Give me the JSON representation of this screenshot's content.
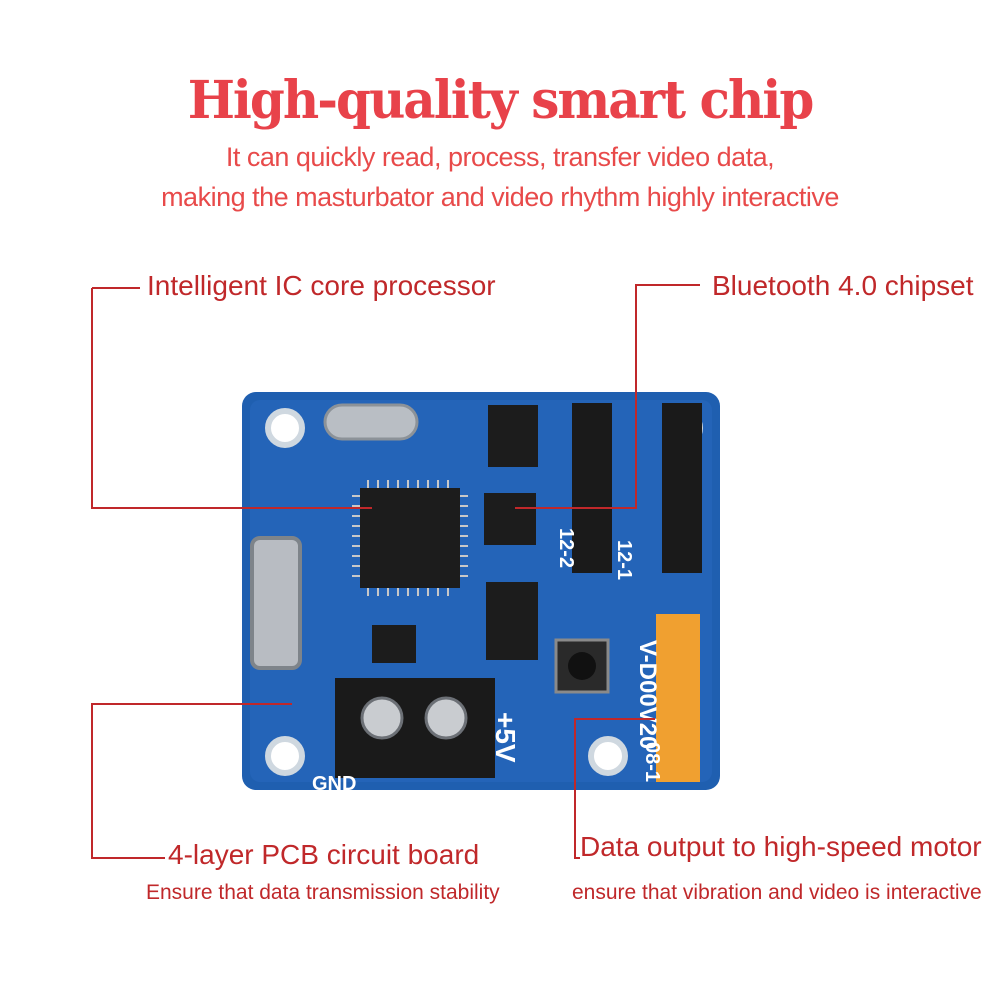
{
  "heading": {
    "title": "High-quality smart chip",
    "subtitle_line1": "It can quickly read, process, transfer video data,",
    "subtitle_line2": "making the masturbator and video rhythm highly interactive"
  },
  "callouts": {
    "processor": "Intelligent IC core processor",
    "bluetooth": "Bluetooth 4.0 chipset",
    "pcb_title": "4-layer PCB circuit board",
    "pcb_note": "Ensure that data transmission stability",
    "motor_title": "Data output to high-speed motor",
    "motor_note": "ensure that vibration and video is interactive"
  },
  "board_silkscreen": {
    "version": "V-D00V20",
    "power": "+5V",
    "ground": "GND",
    "header_1": "12-1",
    "header_2": "12-2",
    "header_3": "08-1"
  },
  "colors": {
    "accent": "#e8424a",
    "callout_line": "#c0282a",
    "board": "#1f5fb0"
  }
}
